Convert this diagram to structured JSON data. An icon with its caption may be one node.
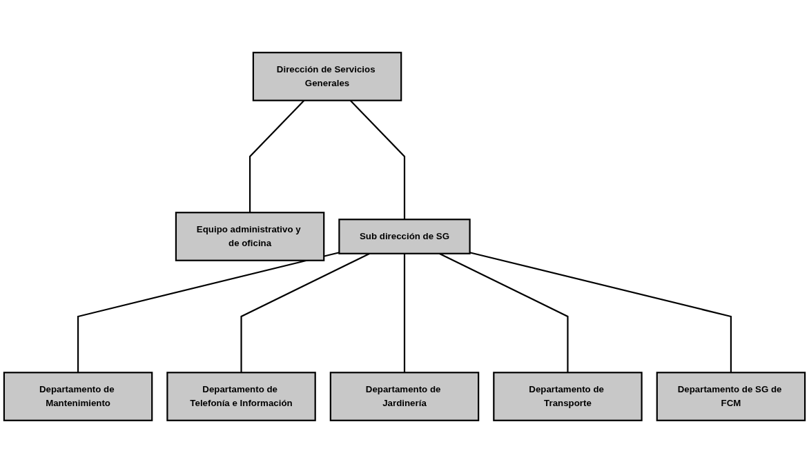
{
  "diagram": {
    "nodes": [
      {
        "text": [
          "Dirección de Servicios Generales"
        ]
      },
      {
        "text": [
          "Equipo administrativo y de oficina"
        ]
      },
      {
        "text": [
          "Sub dirección de SG"
        ]
      },
      {
        "text": [
          "Departamento de Mantenimiento"
        ]
      },
      {
        "text": [
          "Departamento de Telefonía e Información"
        ]
      },
      {
        "text": [
          "Departamento de Jardinería"
        ]
      },
      {
        "text": [
          "Departamento de Transporte"
        ]
      },
      {
        "text": [
          "Departamento de SG de FCM"
        ]
      }
    ],
    "edges": [
      {
        "from": 0,
        "to": 1,
        "arrow": "none"
      },
      {
        "from": 0,
        "to": 2,
        "arrow": "none"
      },
      {
        "from": 2,
        "to": 3,
        "arrow": "none"
      },
      {
        "from": 2,
        "to": 4,
        "arrow": "none"
      },
      {
        "from": 2,
        "to": 5,
        "arrow": "none"
      },
      {
        "from": 2,
        "to": 6,
        "arrow": "none"
      },
      {
        "from": 2,
        "to": 7,
        "arrow": "none"
      }
    ]
  }
}
